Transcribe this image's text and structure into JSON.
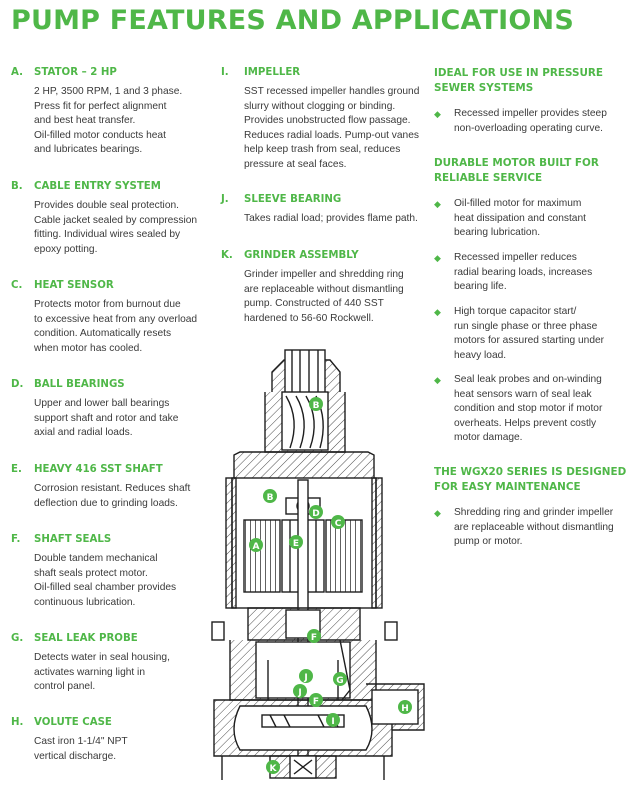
{
  "title": "PUMP FEATURES AND APPLICATIONS",
  "features_left": [
    {
      "letter": "A.",
      "name": "STATOR – 2 HP",
      "text": "2 HP, 3500 RPM, 1 and 3 phase.\nPress fit for perfect alignment\nand best heat transfer.\nOil-filled motor conducts heat\nand lubricates bearings."
    },
    {
      "letter": "B.",
      "name": "CABLE ENTRY SYSTEM",
      "text": "Provides double seal protection.\nCable jacket sealed by compression\nfitting. Individual wires sealed by\nepoxy potting."
    },
    {
      "letter": "C.",
      "name": "HEAT SENSOR",
      "text": "Protects motor from burnout due\nto excessive heat from any overload\ncondition. Automatically resets\nwhen motor has cooled."
    },
    {
      "letter": "D.",
      "name": "BALL BEARINGS",
      "text": "Upper and lower ball bearings\nsupport shaft and rotor and take\naxial and radial loads."
    },
    {
      "letter": "E.",
      "name": "HEAVY 416 SST SHAFT",
      "text": "Corrosion resistant. Reduces shaft\ndeflection due to grinding loads."
    },
    {
      "letter": "F.",
      "name": "SHAFT SEALS",
      "text": "Double tandem mechanical\nshaft seals protect motor.\nOil-filled seal chamber provides\ncontinuous lubrication."
    },
    {
      "letter": "G.",
      "name": "SEAL LEAK PROBE",
      "text": "Detects water in seal housing,\nactivates warning light in\ncontrol panel."
    },
    {
      "letter": "H.",
      "name": "VOLUTE CASE",
      "text": "Cast iron 1-1/4\" NPT\nvertical discharge."
    }
  ],
  "features_mid": [
    {
      "letter": "I.",
      "name": "IMPELLER",
      "text": "SST recessed impeller handles ground\nslurry without clogging or binding.\nProvides unobstructed flow passage.\nReduces radial loads. Pump-out vanes\nhelp keep trash from seal, reduces\npressure at seal faces."
    },
    {
      "letter": "J.",
      "name": "SLEEVE BEARING",
      "text": "Takes radial load; provides flame path."
    },
    {
      "letter": "K.",
      "name": "GRINDER ASSEMBLY",
      "text": "Grinder impeller and shredding ring\nare replaceable without dismantling\npump. Constructed of 440 SST\nhardened to 56-60 Rockwell."
    }
  ],
  "sections_right": [
    {
      "heading": "IDEAL FOR USE IN PRESSURE\nSEWER SYSTEMS",
      "bullets": [
        "Recessed impeller provides steep\nnon-overloading operating curve."
      ]
    },
    {
      "heading": "DURABLE MOTOR BUILT FOR\nRELIABLE SERVICE",
      "bullets": [
        "Oil-filled motor for maximum\nheat dissipation and constant\nbearing lubrication.",
        "Recessed impeller reduces\nradial bearing loads, increases\nbearing life.",
        "High torque capacitor start/\nrun single phase or three phase\nmotors for assured starting under\nheavy load.",
        "Seal leak probes and on-winding\nheat sensors warn of seal leak\ncondition and stop motor if motor\noverheats.  Helps prevent costly\nmotor damage."
      ]
    },
    {
      "heading": "THE WGX20 SERIES IS DESIGNED\nFOR EASY MAINTENANCE",
      "bullets": [
        "Shredding ring and grinder impeller\nare replaceable without dismantling\npump or motor."
      ]
    }
  ],
  "bullet_glyph": "◆",
  "diagram_callouts": [
    "A",
    "B",
    "B",
    "C",
    "D",
    "E",
    "F",
    "F",
    "G",
    "H",
    "I",
    "J",
    "J",
    "K"
  ],
  "colors": {
    "accent": "#4fb748",
    "text": "#3a3a3a",
    "line": "#1e1e1e"
  }
}
